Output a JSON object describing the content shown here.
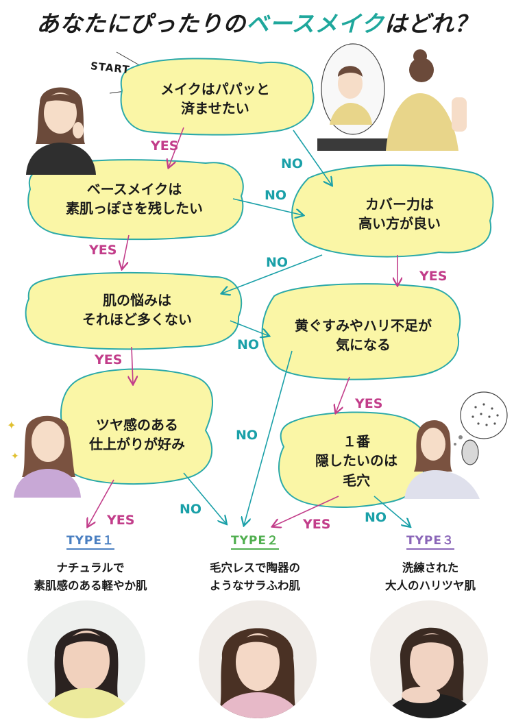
{
  "title": {
    "prefix": "あなたにぴったりの",
    "accent": "ベースメイク",
    "suffix": "はどれ？"
  },
  "start_label": "START",
  "nodes": {
    "n1": [
      "メイクはパパッと",
      "済ませたい"
    ],
    "n2": [
      "ベースメイクは",
      "素肌っぽさを残したい"
    ],
    "n3": [
      "カバー力は",
      "高い方が良い"
    ],
    "n4": [
      "肌の悩みは",
      "それほど多くない"
    ],
    "n5": [
      "黄ぐすみやハリ不足が",
      "気になる"
    ],
    "n6": [
      "ツヤ感のある",
      "仕上がりが好み"
    ],
    "n7": [
      "１番",
      "隠したいのは",
      "毛穴"
    ]
  },
  "edge_labels": {
    "yes": "YES",
    "no": "NO"
  },
  "types": [
    {
      "title": "TYPE１",
      "desc": [
        "ナチュラルで",
        "素肌感のある軽やか肌"
      ],
      "color": "#4a7fc1"
    },
    {
      "title": "TYPE２",
      "desc": [
        "毛穴レスで陶器の",
        "ようなサラふわ肌"
      ],
      "color": "#4fae4e"
    },
    {
      "title": "TYPE３",
      "desc": [
        "洗練された",
        "大人のハリツヤ肌"
      ],
      "color": "#8a66b8"
    }
  ],
  "colors": {
    "bubble_fill": "#faf6a6",
    "bubble_stroke": "#2aa9a9",
    "yes": "#c23d8a",
    "no": "#1aa0a8",
    "accent": "#1fa79c"
  }
}
